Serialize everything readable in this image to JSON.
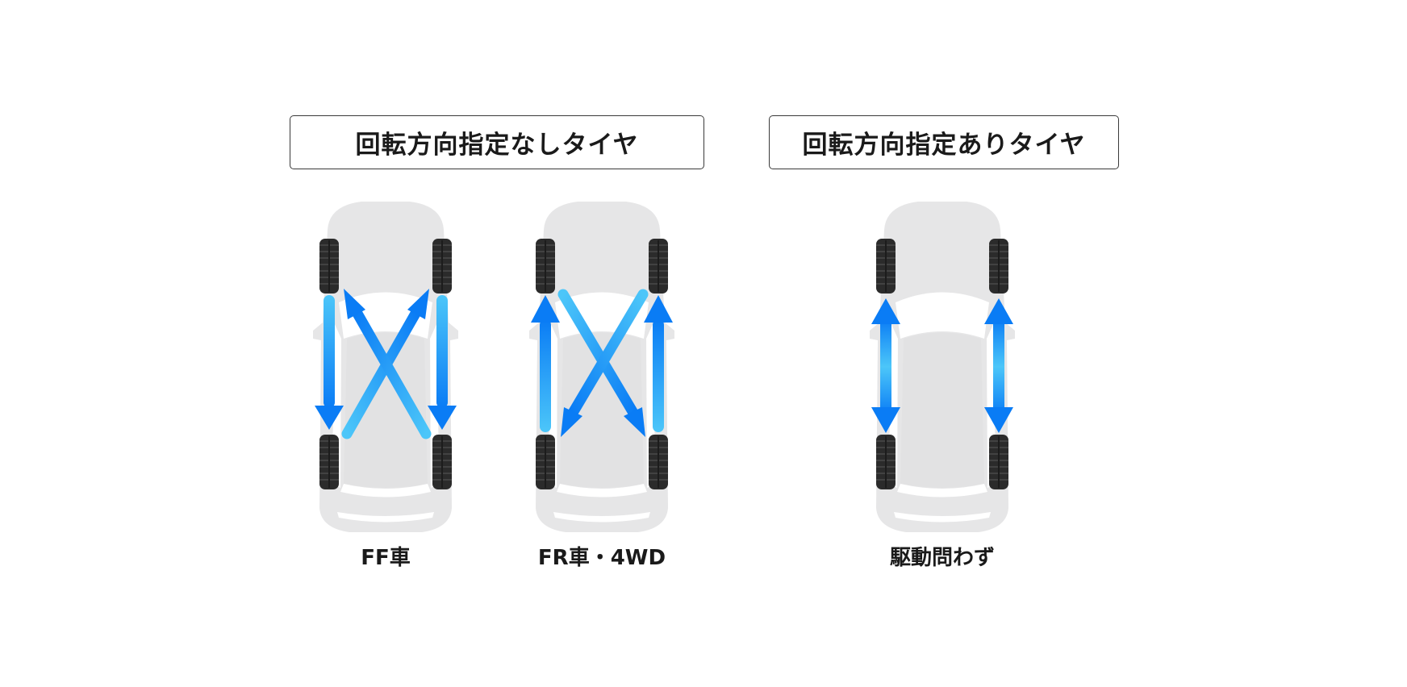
{
  "sections": [
    {
      "title": "回転方向指定なしタイヤ"
    },
    {
      "title": "回転方向指定ありタイヤ"
    }
  ],
  "cars": [
    {
      "label": "FF車",
      "rotation": "ff"
    },
    {
      "label": "FR車・4WD",
      "rotation": "fr"
    },
    {
      "label": "駆動問わず",
      "rotation": "same-side"
    }
  ],
  "colors": {
    "car_body": "#e6e6e7",
    "car_outline": "#ffffff",
    "tire": "#2b2b2b",
    "arrow_dark": "#0a7cf5",
    "arrow_light": "#4cc6f9"
  }
}
